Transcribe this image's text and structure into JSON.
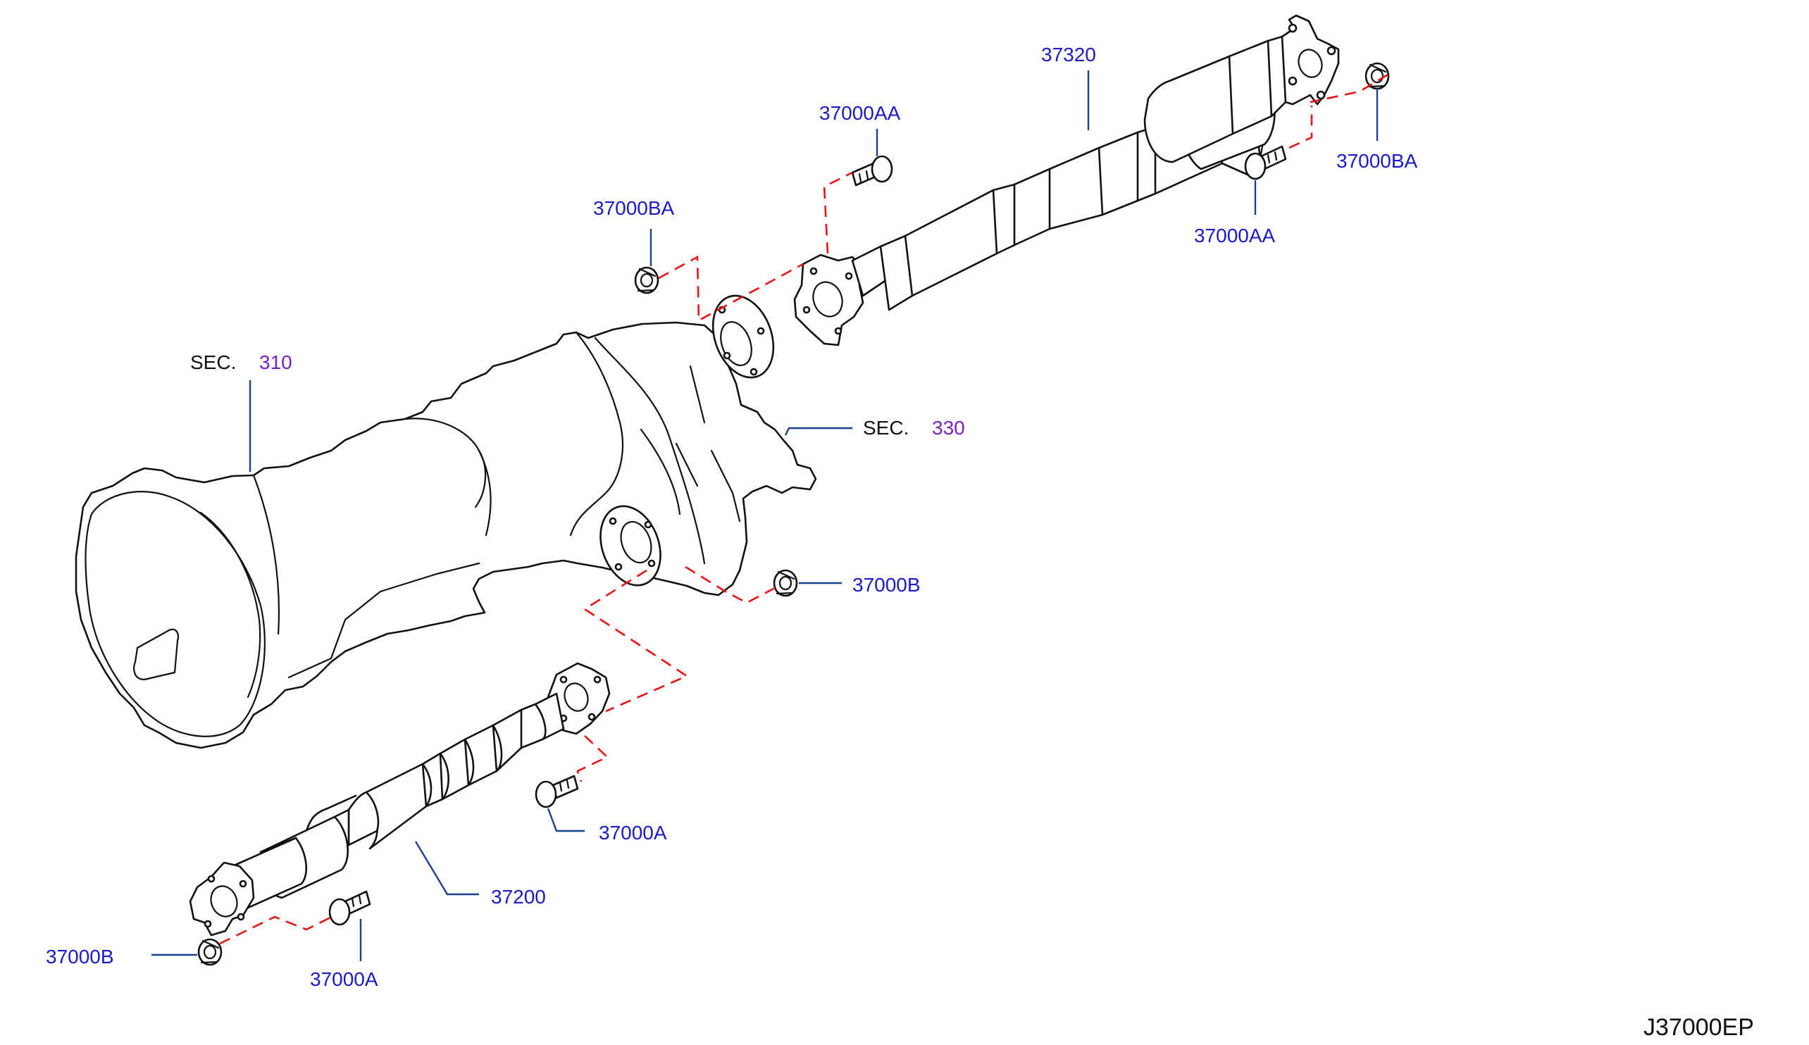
{
  "diagram": {
    "drawing_code": "J37000EP",
    "colors": {
      "part_label": "#1a1acc",
      "section_ref": "#7a1fc9",
      "leader_line": "#1a3f8f",
      "assembly_line": "#ee1111",
      "outline": "#111111"
    },
    "sections": [
      {
        "prefix": "SEC.",
        "ref": "310"
      },
      {
        "prefix": "SEC.",
        "ref": "330"
      }
    ],
    "labels": [
      {
        "text": "37320"
      },
      {
        "text": "37000AA"
      },
      {
        "text": "37000BA"
      },
      {
        "text": "37000AA"
      },
      {
        "text": "37000BA"
      },
      {
        "text": "37000B"
      },
      {
        "text": "37000A"
      },
      {
        "text": "37200"
      },
      {
        "text": "37000B"
      },
      {
        "text": "37000A"
      }
    ]
  }
}
